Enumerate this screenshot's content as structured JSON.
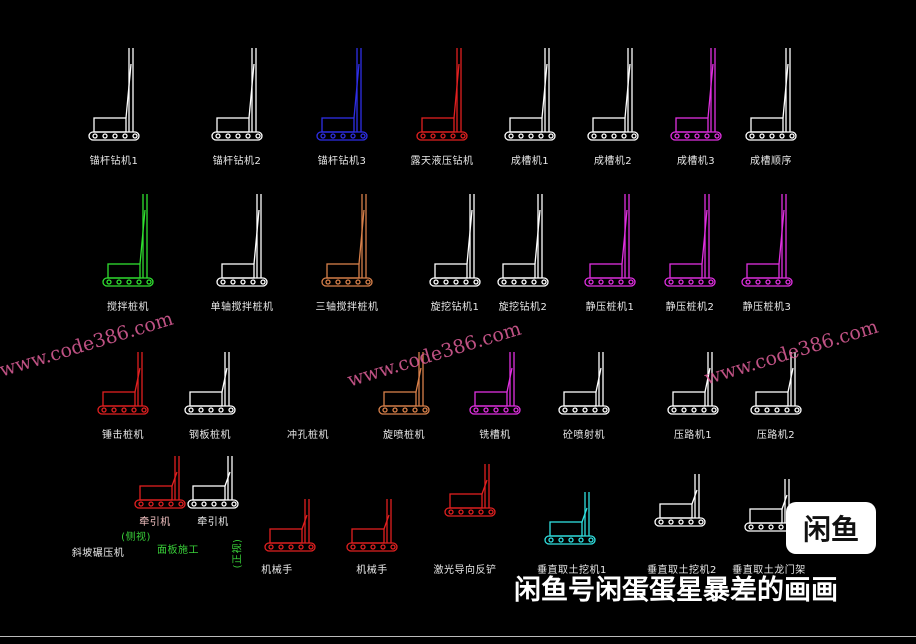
{
  "colors": {
    "background": "#000000",
    "white": "#ffffff",
    "blue": "#2e2ee6",
    "red": "#e02020",
    "magenta": "#e030e0",
    "orange": "#d8804a",
    "cyan": "#30e0e0",
    "green": "#39d139",
    "watermark": "#e0609a"
  },
  "rows": [
    {
      "items": [
        {
          "label": "锚杆钻机1",
          "color": "#ffffff"
        },
        {
          "label": "锚杆钻机2",
          "color": "#ffffff"
        },
        {
          "label": "锚杆钻机3",
          "color": "#2e2ee6"
        },
        {
          "label": "露天液压钻机",
          "color": "#e02020"
        },
        {
          "label": "成槽机1",
          "color": "#ffffff"
        },
        {
          "label": "成槽机2",
          "color": "#ffffff"
        },
        {
          "label": "成槽机3",
          "color": "#e030e0"
        },
        {
          "label": "成槽顺序",
          "color": "#ffffff"
        }
      ]
    },
    {
      "items": [
        {
          "label": "搅拌桩机",
          "color": "#30e030"
        },
        {
          "label": "单轴搅拌桩机",
          "color": "#ffffff"
        },
        {
          "label": "三轴搅拌桩机",
          "color": "#d8804a"
        },
        {
          "label": "旋挖钻机1",
          "color": "#ffffff"
        },
        {
          "label": "旋挖钻机2",
          "color": "#ffffff"
        },
        {
          "label": "静压桩机1",
          "color": "#e030e0"
        },
        {
          "label": "静压桩机2",
          "color": "#e030e0"
        },
        {
          "label": "静压桩机3",
          "color": "#e030e0"
        }
      ]
    },
    {
      "items": [
        {
          "label": "锤击桩机",
          "color": "#e02020"
        },
        {
          "label": "钢板桩机",
          "color": "#ffffff"
        },
        {
          "label": "冲孔桩机",
          "color": "#000000"
        },
        {
          "label": "旋喷桩机",
          "color": "#d8804a"
        },
        {
          "label": "铣槽机",
          "color": "#e030e0"
        },
        {
          "label": "砼喷射机",
          "color": "#ffffff"
        },
        {
          "label": "压路机1",
          "color": "#ffffff"
        },
        {
          "label": "压路机2",
          "color": "#ffffff"
        }
      ]
    }
  ],
  "bottom": {
    "traction1": "牵引机",
    "traction2": "牵引机",
    "slope_roller": "斜坡碾压机",
    "side_view": "(侧视)",
    "panel_work": "面板施工",
    "front_view": "(正视)",
    "arm1": "机械手",
    "arm2": "机械手",
    "laser_backhoe": "激光导向反铲",
    "vert1": "垂直取土挖机1",
    "vert2": "垂直取土挖机2",
    "gantry": "垂直取土龙门架"
  },
  "watermarks": {
    "site": "www.code386.com",
    "logo": "闲鱼",
    "overlay": "闲鱼号闲蛋蛋星暴差的画画"
  }
}
